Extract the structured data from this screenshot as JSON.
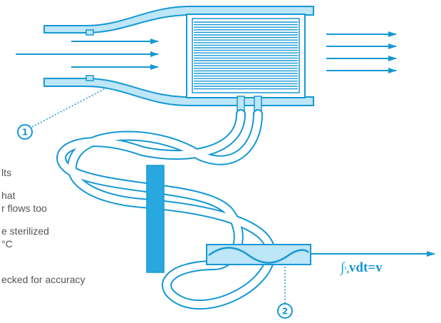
{
  "callouts": {
    "one": "1",
    "two": "2"
  },
  "side_notes": [
    "lts",
    "hat",
    "r flows too",
    "e sterilized",
    "°C",
    "ecked for accuracy"
  ],
  "formula": {
    "integral": "∫",
    "upper": "1",
    "lower": "0",
    "text": "vdt=v"
  },
  "colors": {
    "primary": "#1598d5",
    "light_fill": "#bde6f8",
    "text": "#555555"
  }
}
